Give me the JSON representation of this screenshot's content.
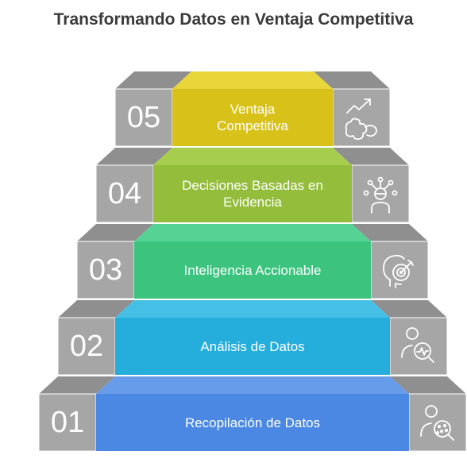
{
  "title": "Transformando Datos en Ventaja Competitiva",
  "steps": [
    {
      "number": "05",
      "label": "Ventaja Competitiva",
      "icon": "growth-puzzle-icon",
      "color": "#d8c21a"
    },
    {
      "number": "04",
      "label": "Decisiones Basadas en Evidencia",
      "icon": "decision-network-icon",
      "color": "#93bd3a"
    },
    {
      "number": "03",
      "label": "Inteligencia Accionable",
      "icon": "target-mind-icon",
      "color": "#3cc47f"
    },
    {
      "number": "02",
      "label": "Análisis de Datos",
      "icon": "analysis-search-icon",
      "color": "#25aedb"
    },
    {
      "number": "01",
      "label": "Recopilación de Datos",
      "icon": "data-collection-icon",
      "color": "#4a88e3"
    }
  ]
}
